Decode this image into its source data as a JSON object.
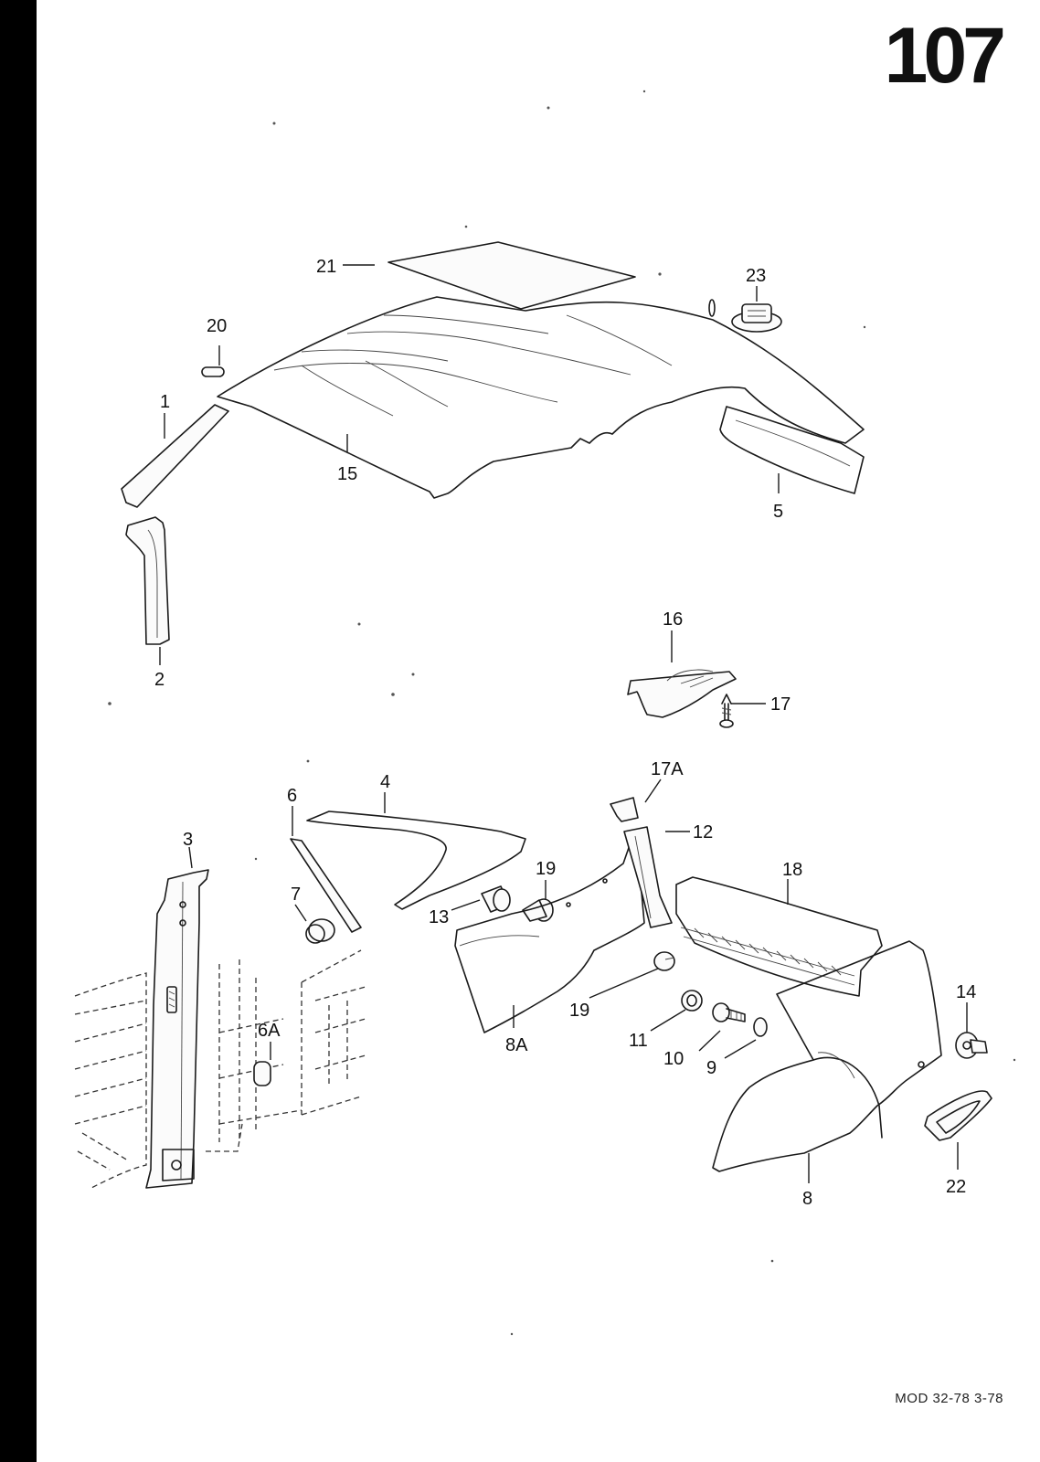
{
  "page_number": "107",
  "footer_code": "MOD 32-78  3-78",
  "callouts": {
    "c1": "1",
    "c2": "2",
    "c3": "3",
    "c4": "4",
    "c5": "5",
    "c6": "6",
    "c6a": "6A",
    "c7": "7",
    "c8": "8",
    "c8a": "8A",
    "c9": "9",
    "c10": "10",
    "c11": "11",
    "c12": "12",
    "c13": "13",
    "c14": "14",
    "c15": "15",
    "c16": "16",
    "c17": "17",
    "c17a": "17A",
    "c18": "18",
    "c19a": "19",
    "c19b": "19",
    "c20": "20",
    "c21": "21",
    "c22": "22",
    "c23": "23"
  },
  "colors": {
    "ink": "#1a1a1a",
    "spine": "#000000",
    "paper": "#ffffff"
  }
}
